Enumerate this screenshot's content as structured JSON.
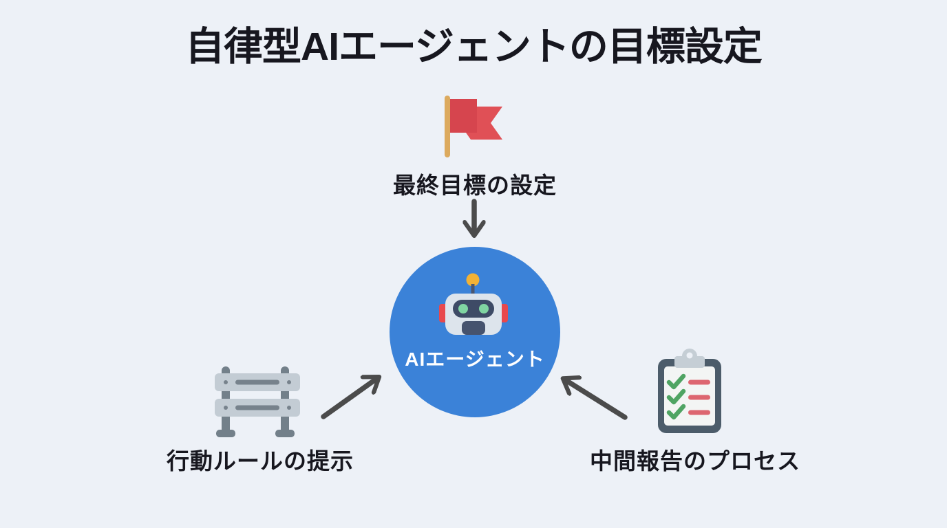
{
  "title": "自律型AIエージェントの目標設定",
  "center_node": {
    "label": "AIエージェント",
    "icon": "robot-icon",
    "circle_color": "#3b82d8",
    "label_color": "#ffffff"
  },
  "nodes": {
    "top": {
      "label": "最終目標の設定",
      "icon": "flag-icon",
      "arrow": "down-into-center"
    },
    "bottom_left": {
      "label": "行動ルールの提示",
      "icon": "barrier-icon",
      "arrow": "up-right-into-center"
    },
    "bottom_right": {
      "label": "中間報告のプロセス",
      "icon": "clipboard-icon",
      "arrow": "up-left-into-center"
    }
  },
  "colors": {
    "background": "#edf1f7",
    "text": "#17171f",
    "arrow": "#4b4b4b",
    "center_circle": "#3b82d8",
    "flag_red": "#d6454e",
    "flag_ribbon": "#e05056",
    "flag_pole": "#dcaa5e",
    "barrier_rail": "#c3ccd4",
    "barrier_post": "#73808a",
    "barrier_slot": "#77828c",
    "clipboard_frame": "#4c5c6a",
    "clipboard_clip": "#c5ced5",
    "clipboard_paper": "#f3f5f4",
    "check_green": "#4fa463",
    "list_line_red": "#dd6670",
    "robot_head": "#dde4ec",
    "robot_visor": "#3e4b66",
    "robot_eye": "#80d5a2",
    "robot_ear": "#e8484d",
    "robot_antenna_ball": "#f2b236",
    "robot_antenna_stem": "#4a5670"
  }
}
